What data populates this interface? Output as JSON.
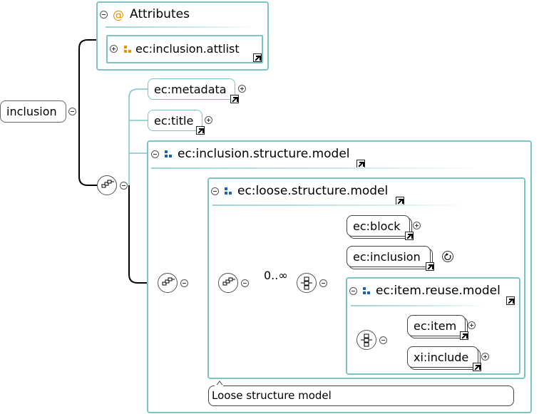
{
  "root": {
    "label": "inclusion"
  },
  "attributes": {
    "header": "Attributes",
    "at_symbol": "@",
    "attlist_label": "ec:inclusion.attlist"
  },
  "elements": {
    "metadata": "ec:metadata",
    "title": "ec:title",
    "block": "ec:block",
    "inclusion": "ec:inclusion",
    "item": "ec:item",
    "xi_include": "xi:include"
  },
  "groups": {
    "inclusion_structure_model": "ec:inclusion.structure.model",
    "loose_structure_model": "ec:loose.structure.model",
    "item_reuse_model": "ec:item.reuse.model"
  },
  "cardinality": "0..∞",
  "tooltip": "Loose structure model",
  "colors": {
    "group_border": "#7cc4c4",
    "attr_icon": "#e8900a",
    "model_icon": "#2060b0"
  },
  "icons": [
    "collapse-icon",
    "expand-icon",
    "reference-arrow-icon",
    "sequence-icon",
    "choice-icon",
    "recursion-icon",
    "attribute-group-icon",
    "model-group-icon"
  ]
}
